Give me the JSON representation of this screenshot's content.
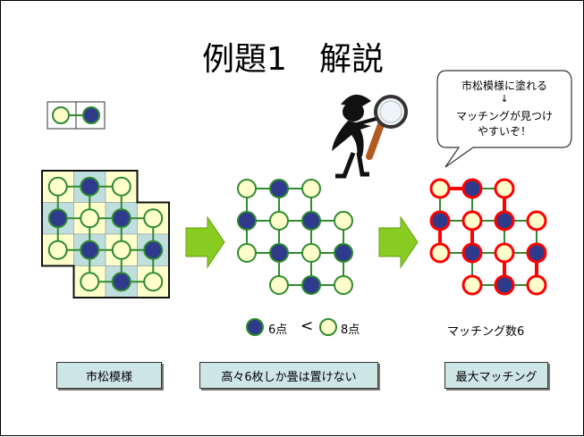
{
  "slide": {
    "title": "例題1　解説"
  },
  "callout": {
    "line1": "市松模様に塗れる",
    "arrow": "↓",
    "line2": "マッチングが見つけ",
    "line3": "やすいぞ！"
  },
  "legend": {
    "dark_count": "6点",
    "lt": "<",
    "light_count": "8点"
  },
  "matching_count": "マッチング数6",
  "captions": {
    "left": "市松模様",
    "middle": "高々6枚しか畳は置けない",
    "right": "最大マッチング"
  },
  "colors": {
    "dark_node": "#2f3a8c",
    "light_node": "#ffffcc",
    "node_stroke": "#2e8b2e",
    "edge": "#2e8b2e",
    "matching": "#ff0000",
    "cell_yellow": "#ffffcc",
    "cell_teal": "#bfdfdf",
    "arrow": "#88cc22",
    "caption_bg": "#cfe6e6"
  },
  "icons": {
    "figure": "magnifier-figure-icon",
    "arrow": "right-arrow-icon"
  }
}
